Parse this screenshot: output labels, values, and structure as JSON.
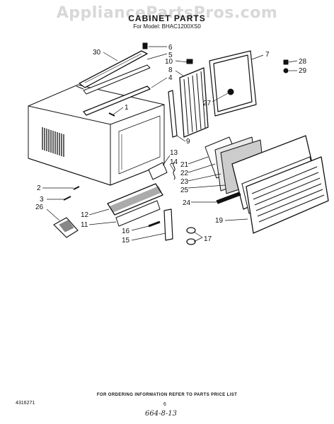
{
  "header": {
    "watermark": "AppliancePartsPros.com",
    "title": "CABINET PARTS",
    "model_line": "For Model: BHAC1200XS0"
  },
  "callouts": [
    {
      "id": "c30",
      "label": "30"
    },
    {
      "id": "c6",
      "label": "6"
    },
    {
      "id": "c5",
      "label": "5"
    },
    {
      "id": "c10",
      "label": "10"
    },
    {
      "id": "c8",
      "label": "8"
    },
    {
      "id": "c4",
      "label": "4"
    },
    {
      "id": "c7",
      "label": "7"
    },
    {
      "id": "c28",
      "label": "28"
    },
    {
      "id": "c29",
      "label": "29"
    },
    {
      "id": "c27",
      "label": "27"
    },
    {
      "id": "c1",
      "label": "1"
    },
    {
      "id": "c9",
      "label": "9"
    },
    {
      "id": "c13",
      "label": "13"
    },
    {
      "id": "c14",
      "label": "14"
    },
    {
      "id": "c21",
      "label": "21"
    },
    {
      "id": "c22",
      "label": "22"
    },
    {
      "id": "c23",
      "label": "23"
    },
    {
      "id": "c25",
      "label": "25"
    },
    {
      "id": "c24",
      "label": "24"
    },
    {
      "id": "c2",
      "label": "2"
    },
    {
      "id": "c3",
      "label": "3"
    },
    {
      "id": "c26",
      "label": "26"
    },
    {
      "id": "c12",
      "label": "12"
    },
    {
      "id": "c11",
      "label": "11"
    },
    {
      "id": "c19",
      "label": "19"
    },
    {
      "id": "c16",
      "label": "16"
    },
    {
      "id": "c15",
      "label": "15"
    },
    {
      "id": "c17",
      "label": "17"
    }
  ],
  "footer": {
    "ordering_note": "FOR ORDERING INFORMATION REFER TO PARTS PRICE LIST",
    "doc_number": "4316271",
    "page_number": "6",
    "handwritten": "664-8-13"
  }
}
